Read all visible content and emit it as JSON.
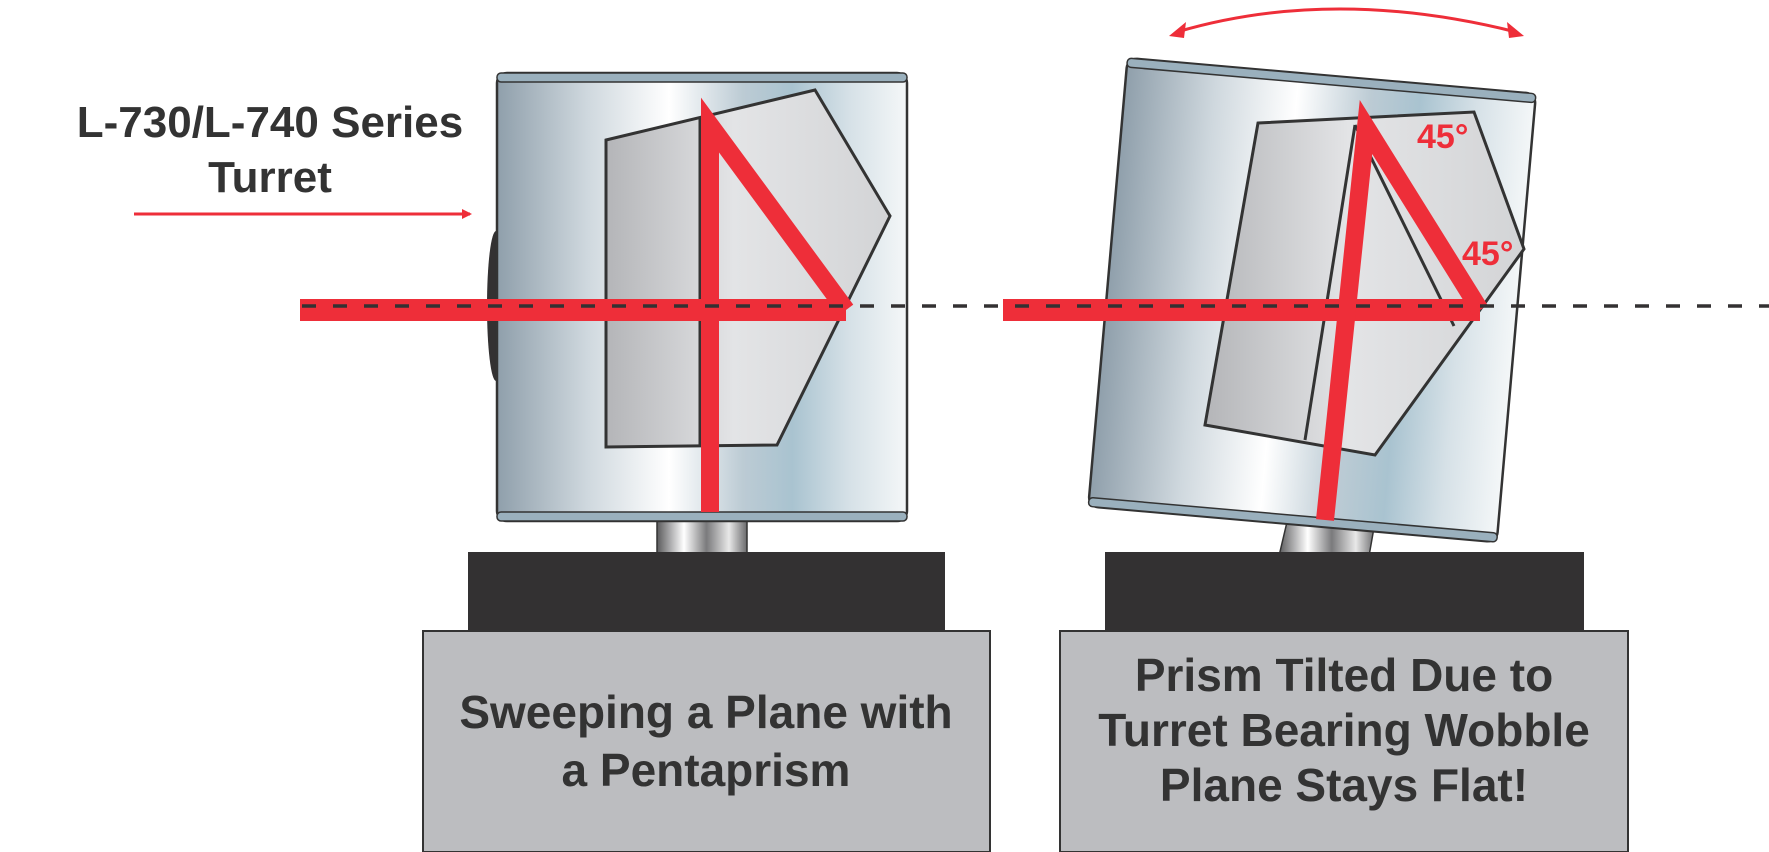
{
  "title": {
    "line1": "L-730/L-740 Series",
    "line2": "Turret"
  },
  "left_panel": {
    "caption_line1": "Sweeping a Plane with",
    "caption_line2": "a Pentaprism"
  },
  "right_panel": {
    "caption_line1": "Prism Tilted Due to",
    "caption_line2": "Turret Bearing Wobble",
    "caption_line3": "Plane Stays Flat!",
    "angle_top": "45°",
    "angle_side": "45°"
  },
  "colors": {
    "beam": "#ee2e39",
    "outline": "#333333",
    "base_dark": "#333132",
    "base_light": "#bcbdc0",
    "text": "#333333"
  }
}
